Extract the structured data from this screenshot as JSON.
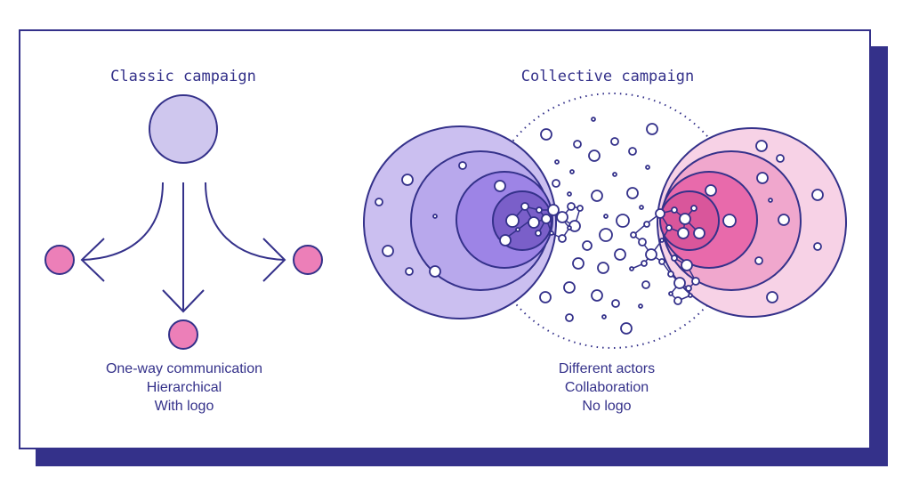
{
  "classic": {
    "title": "Classic campaign",
    "captions": [
      "One-way communication",
      "Hierarchical",
      "With logo"
    ]
  },
  "collective": {
    "title": "Collective campaign",
    "captions": [
      "Different actors",
      "Collaboration",
      "No logo"
    ]
  },
  "colors": {
    "navy": "#34318a",
    "lavender": "#cfc7ee",
    "pink": "#ec7fb8",
    "purple_light": "#cbbff0",
    "purple_mid": "#b3a2ea",
    "purple_strong": "#8f73e0",
    "purple_core": "#7a5fc9",
    "pink_light": "#f7d2e6",
    "pink_mid": "#f0a7cd",
    "pink_strong": "#e86aab",
    "pink_core": "#d9569b"
  }
}
